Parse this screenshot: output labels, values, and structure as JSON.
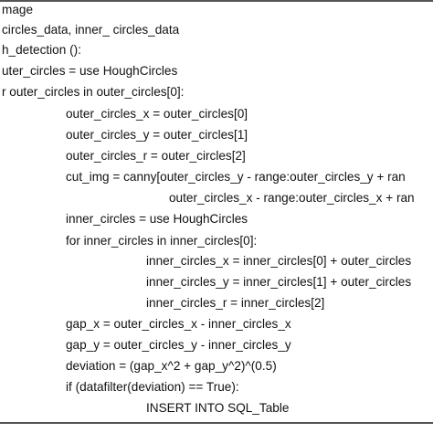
{
  "code": {
    "lines": [
      "mage",
      "circles_data, inner_ circles_data",
      "h_detection ():",
      "uter_circles = use HoughCircles",
      "r outer_circles in outer_circles[0]:",
      "outer_circles_x = outer_circles[0]",
      "outer_circles_y = outer_circles[1]",
      "outer_circles_r = outer_circles[2]",
      "cut_img = canny[outer_circles_y - range:outer_circles_y + ran",
      "outer_circles_x - range:outer_circles_x + ran",
      "inner_circles = use HoughCircles",
      "for inner_circles in inner_circles[0]:",
      "inner_circles_x = inner_circles[0] + outer_circles",
      "inner_circles_y = inner_circles[1] + outer_circles",
      "inner_circles_r = inner_circles[2]",
      "gap_x = outer_circles_x - inner_circles_x",
      "gap_y = outer_circles_y - inner_circles_y",
      "deviation = (gap_x^2 + gap_y^2)^(0.5)",
      "if (datafilter(deviation) == True):",
      "INSERT INTO SQL_Table"
    ]
  }
}
